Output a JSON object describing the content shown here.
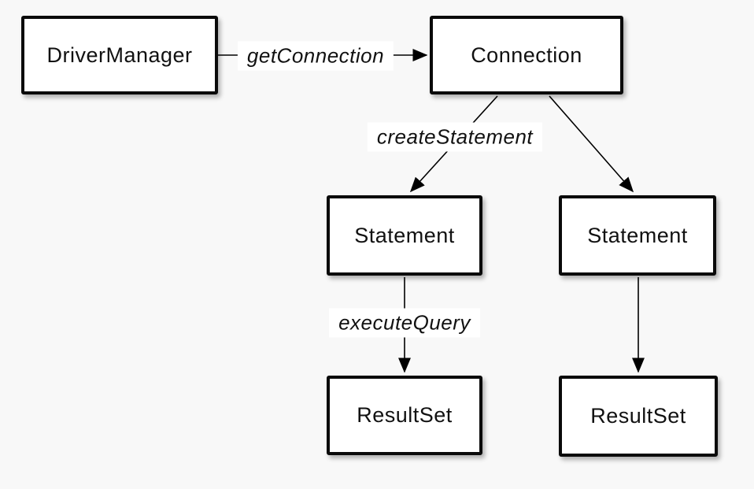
{
  "diagram": {
    "nodes": [
      {
        "id": "drivermanager",
        "label": "DriverManager"
      },
      {
        "id": "connection",
        "label": "Connection"
      },
      {
        "id": "statement-left",
        "label": "Statement"
      },
      {
        "id": "statement-right",
        "label": "Statement"
      },
      {
        "id": "resultset-left",
        "label": "ResultSet"
      },
      {
        "id": "resultset-right",
        "label": "ResultSet"
      }
    ],
    "edges": [
      {
        "from": "DriverManager",
        "to": "Connection",
        "label": "getConnection"
      },
      {
        "from": "Connection",
        "to": "Statement (left)",
        "label": "createStatement"
      },
      {
        "from": "Connection",
        "to": "Statement (right)",
        "label": ""
      },
      {
        "from": "Statement (left)",
        "to": "ResultSet (left)",
        "label": "executeQuery"
      },
      {
        "from": "Statement (right)",
        "to": "ResultSet (right)",
        "label": ""
      }
    ],
    "colors": {
      "background": "#f8f8f8",
      "box_fill": "#ffffff",
      "box_border": "#0a0a0a",
      "line": "#000000",
      "label_background": "#ffffff",
      "text": "#111111"
    }
  }
}
